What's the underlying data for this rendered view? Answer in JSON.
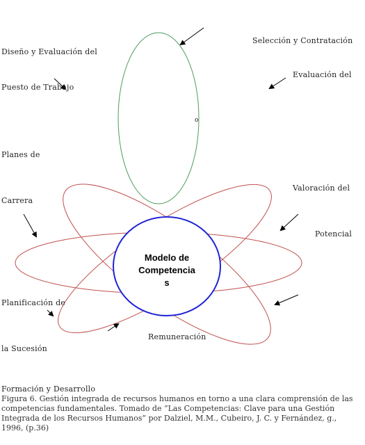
{
  "center": {
    "line1": "Modelo de",
    "line2": "Competencia",
    "line3": "s"
  },
  "labels": {
    "diseno_1": "Diseño y Evaluación del",
    "diseno_2": "Puesto de Trabajo",
    "seleccion": "Selección y Contratación",
    "evaluacion": "Evaluación del",
    "planes": "Planes de",
    "carrera": "Carrera",
    "valoracion": "Valoración del",
    "potencial": "Potencial",
    "planificacion": "Planificación de",
    "sucesion": "la Sucesión",
    "remuneracion": "Remuneración",
    "formacion": "Formación y Desarrollo",
    "small_o": "o"
  },
  "caption": {
    "line1": "Figura  6. Gestión integrada de recursos humanos en torno a una clara comprensión de las",
    "line2": "competencias fundamentales. Tomado de “Las Competencias: Clave para una Gestión",
    "line3": "Integrada de los Recursos Humanos”  por Dalziel, M.M., Cubeiro, J. C. y Fernández, g.,",
    "line4": "1996, (p.36)"
  },
  "colors": {
    "petal_red": "#c0504d",
    "petal_green": "#4f9a5b",
    "circle_blue": "#1f23d6",
    "arrow": "#000000"
  }
}
